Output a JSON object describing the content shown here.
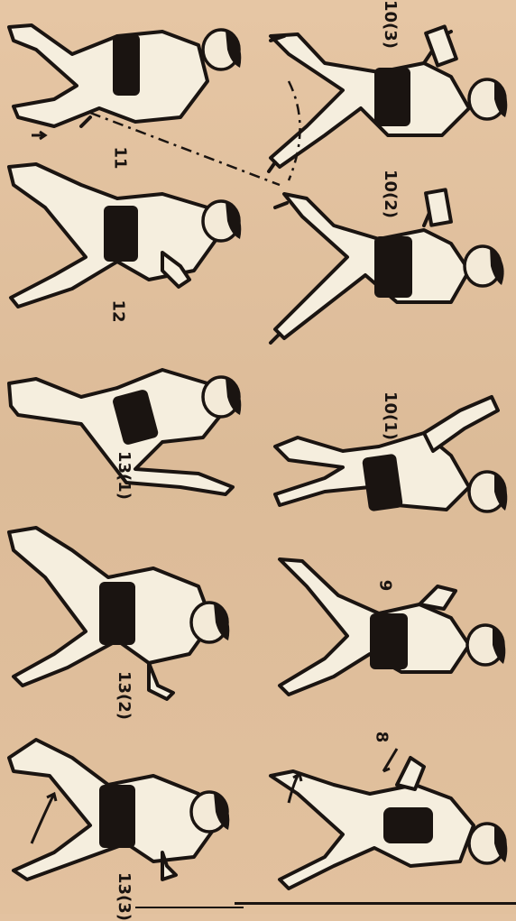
{
  "labels": {
    "l10_3": "10(3)",
    "l10_2": "10(2)",
    "l10_1": "10(1)",
    "l9": "9",
    "l8": "8",
    "l11": "11",
    "l12": "12",
    "l13_1": "13(1)",
    "l13_2": "13(2)",
    "l13_3": "13(3)"
  }
}
